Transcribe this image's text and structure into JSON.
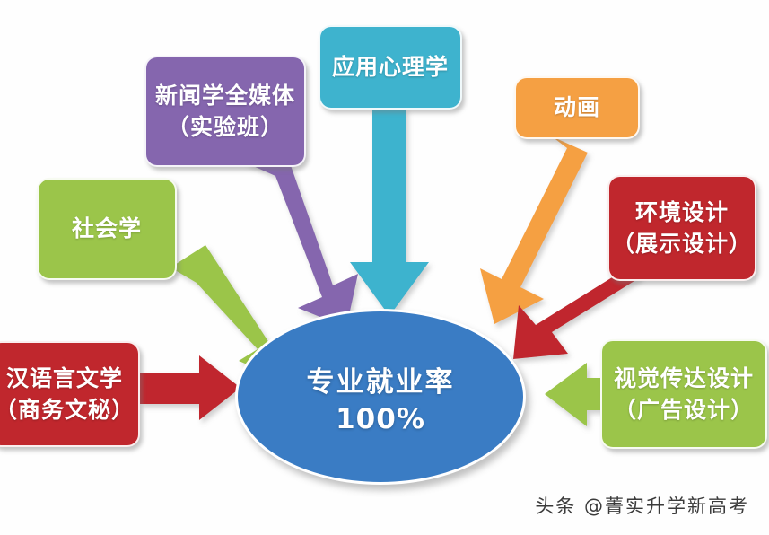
{
  "diagram": {
    "type": "hub-and-spoke",
    "center": {
      "title": "专业就业率",
      "value": "100%",
      "color": "#3A7CC4"
    },
    "nodes": [
      {
        "id": "sociology",
        "lines": [
          "社会学"
        ],
        "color": "#9BC54A",
        "arrow_color": "#9BC54A",
        "direction": "toward-center"
      },
      {
        "id": "journalism",
        "lines": [
          "新闻学全媒体",
          "（实验班）"
        ],
        "color": "#8566AE",
        "arrow_color": "#8566AE",
        "direction": "toward-center"
      },
      {
        "id": "applied-psychology",
        "lines": [
          "应用心理学"
        ],
        "color": "#3EB3CE",
        "arrow_color": "#3EB3CE",
        "direction": "toward-center"
      },
      {
        "id": "animation",
        "lines": [
          "动画"
        ],
        "color": "#F5A043",
        "arrow_color": "#F5A043",
        "direction": "toward-center"
      },
      {
        "id": "environmental-design",
        "lines": [
          "环境设计",
          "（展示设计）"
        ],
        "color": "#C0272D",
        "arrow_color": "#C0272D",
        "direction": "toward-center"
      },
      {
        "id": "visual-communication-design",
        "lines": [
          "视觉传达设计",
          "（广告设计）"
        ],
        "color": "#9BC54A",
        "arrow_color": "#9BC54A",
        "direction": "toward-center"
      },
      {
        "id": "chinese-literature",
        "lines": [
          "汉语言文学",
          "（商务文秘）"
        ],
        "color": "#C0272D",
        "arrow_color": "#C0272D",
        "direction": "toward-center"
      }
    ]
  },
  "watermark": {
    "text": "头条 @菁实升学新高考"
  }
}
